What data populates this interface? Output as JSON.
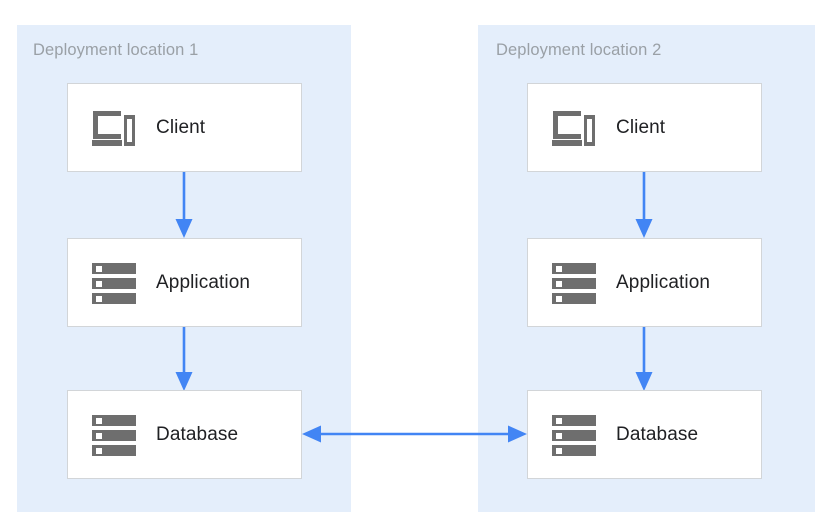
{
  "diagram": {
    "title_absent": true,
    "background_color": "#ffffff",
    "zone_color": "#e4eefb",
    "box_color": "#ffffff",
    "box_border_color": "#d2d5d8",
    "icon_color": "#6e6e6e",
    "arrow_color": "#4285f4",
    "label_color": "#202124",
    "zone_title_color": "#9aa0a6",
    "zones": [
      {
        "id": "deployment-location-1",
        "title": "Deployment location 1",
        "nodes": [
          {
            "id": "client",
            "label": "Client",
            "icon": "devices-icon"
          },
          {
            "id": "application",
            "label": "Application",
            "icon": "server-stack-icon"
          },
          {
            "id": "database",
            "label": "Database",
            "icon": "server-stack-icon"
          }
        ],
        "connections": [
          {
            "from": "client",
            "to": "application",
            "direction": "down"
          },
          {
            "from": "application",
            "to": "database",
            "direction": "down"
          }
        ]
      },
      {
        "id": "deployment-location-2",
        "title": "Deployment location 2",
        "nodes": [
          {
            "id": "client",
            "label": "Client",
            "icon": "devices-icon"
          },
          {
            "id": "application",
            "label": "Application",
            "icon": "server-stack-icon"
          },
          {
            "id": "database",
            "label": "Database",
            "icon": "server-stack-icon"
          }
        ],
        "connections": [
          {
            "from": "client",
            "to": "application",
            "direction": "down"
          },
          {
            "from": "application",
            "to": "database",
            "direction": "down"
          }
        ]
      }
    ],
    "cross_zone_connection": {
      "from": "deployment-location-1.database",
      "to": "deployment-location-2.database",
      "direction": "bidirectional"
    }
  }
}
